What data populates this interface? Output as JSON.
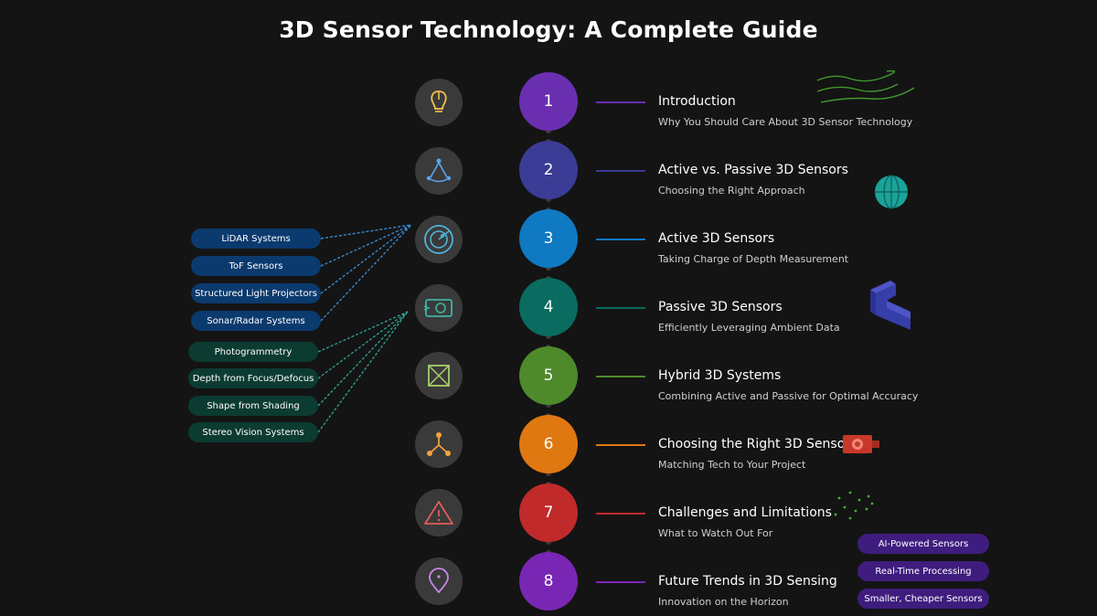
{
  "title": "3D Sensor Technology: A Complete Guide",
  "steps": [
    {
      "number": "1",
      "heading": "Introduction",
      "subheading": "Why You Should Care About 3D Sensor Technology",
      "color": "#6a2fb0",
      "icon": "lightbulb-icon",
      "icon_color": "#f3c24f"
    },
    {
      "number": "2",
      "heading": "Active vs. Passive 3D Sensors",
      "subheading": "Choosing the Right Approach",
      "color": "#3b3c96",
      "icon": "compass-icon",
      "icon_color": "#5aa5f0"
    },
    {
      "number": "3",
      "heading": "Active 3D Sensors",
      "subheading": "Taking Charge of Depth Measurement",
      "color": "#0f79c2",
      "icon": "radar-icon",
      "icon_color": "#4fb3d8"
    },
    {
      "number": "4",
      "heading": "Passive 3D Sensors",
      "subheading": "Efficiently Leveraging Ambient Data",
      "color": "#0a6b60",
      "icon": "camera-icon",
      "icon_color": "#3fb5a4"
    },
    {
      "number": "5",
      "heading": "Hybrid 3D Systems",
      "subheading": "Combining Active and Passive for Optimal Accuracy",
      "color": "#4e8a2b",
      "icon": "hybrid-box-icon",
      "icon_color": "#a6cf6a"
    },
    {
      "number": "6",
      "heading": "Choosing the Right 3D Sensor",
      "subheading": "Matching Tech to Your Project",
      "color": "#e07811",
      "icon": "decision-tree-icon",
      "icon_color": "#f3a23b"
    },
    {
      "number": "7",
      "heading": "Challenges and Limitations",
      "subheading": "What to Watch Out For",
      "color": "#c12a2a",
      "icon": "warning-icon",
      "icon_color": "#e45b5b"
    },
    {
      "number": "8",
      "heading": "Future Trends in 3D Sensing",
      "subheading": "Innovation on the Horizon",
      "color": "#7a26b4",
      "icon": "location-pin-icon",
      "icon_color": "#c889e8"
    }
  ],
  "active_sensors": [
    "LiDAR Systems",
    "ToF Sensors",
    "Structured Light Projectors",
    "Sonar/Radar Systems"
  ],
  "passive_sensors": [
    "Photogrammetry",
    "Depth from Focus/Defocus",
    "Shape from Shading",
    "Stereo Vision Systems"
  ],
  "future_trends": [
    "AI-Powered Sensors",
    "Real-Time Processing",
    "Smaller, Cheaper Sensors"
  ],
  "colors": {
    "background": "#141414",
    "connector_active": "#3a8fd8",
    "connector_passive": "#2fa79a"
  }
}
